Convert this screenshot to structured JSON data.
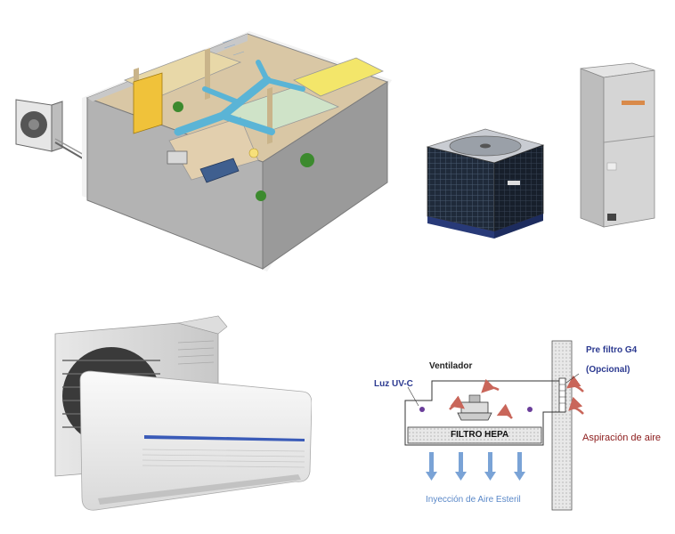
{
  "diagram": {
    "labels": {
      "fan": "Ventilador",
      "uv_light": "Luz UV-C",
      "prefilter": "Pre filtro G4",
      "optional": "(Opcional)",
      "hepa_filter": "FILTRO HEPA",
      "air_intake": "Aspiración de aire",
      "sterile_air": "Inyección de Aire Esteril"
    },
    "colors": {
      "blue_label": "#2b3990",
      "red_label": "#8b1a1a",
      "arrow_red": "#c9665a",
      "arrow_blue": "#7aa3d6",
      "duct": "#5ab4d6",
      "uv_dot": "#6a3d9a"
    }
  }
}
